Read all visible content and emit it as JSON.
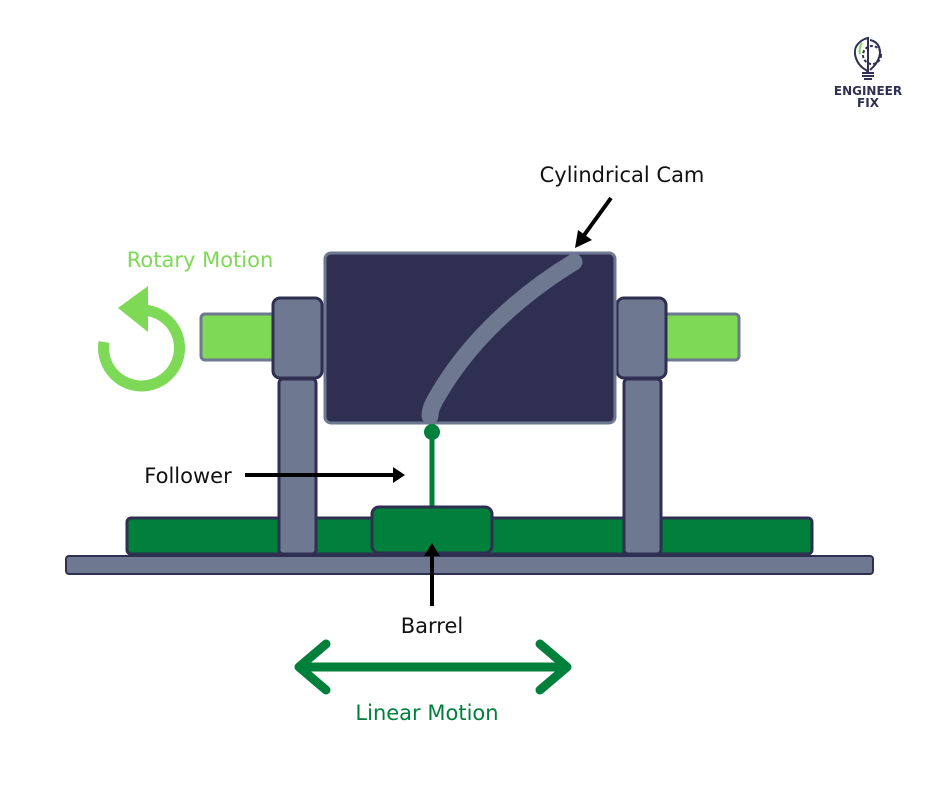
{
  "logo": {
    "line1": "ENGINEER",
    "line2": "FIX"
  },
  "labels": {
    "cam": "Cylindrical Cam",
    "rotary": "Rotary Motion",
    "follower": "Follower",
    "barrel": "Barrel",
    "linear": "Linear Motion"
  },
  "colors": {
    "navy": "#2f2f51",
    "slate": "#6e7891",
    "green": "#00803a",
    "light_green": "#7ed957"
  }
}
